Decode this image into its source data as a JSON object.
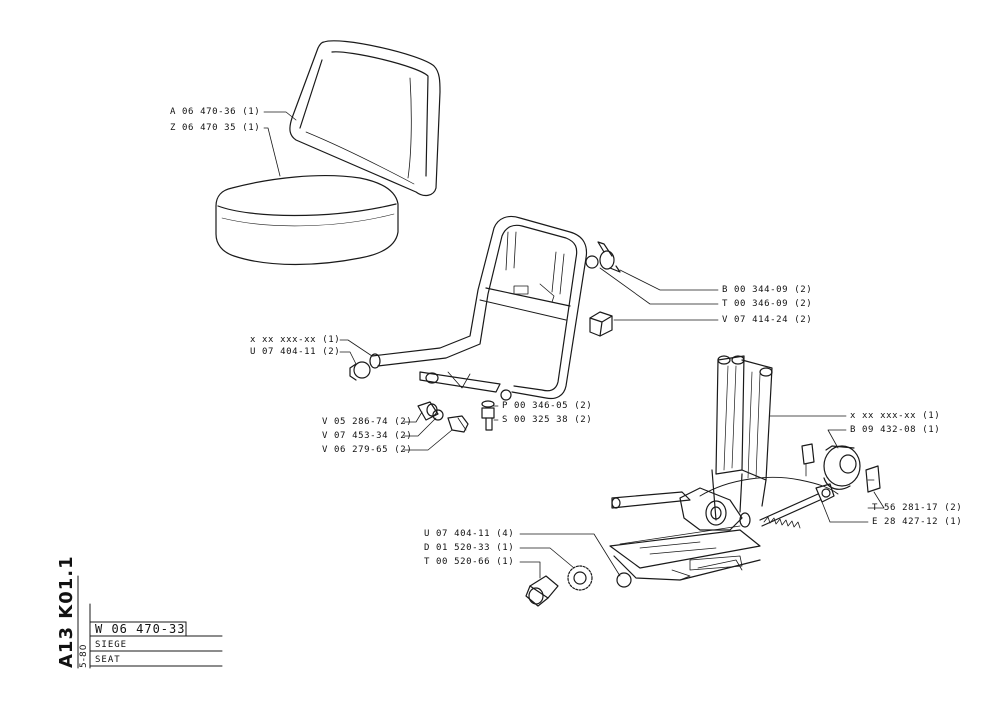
{
  "parts": [
    {
      "id": "A06470-36",
      "text": "A 06 470-36 (1)"
    },
    {
      "id": "Z06470-35",
      "text": "Z 06 470  35 (1)"
    },
    {
      "id": "xx-frame",
      "text": "x xx xxx-xx (1)"
    },
    {
      "id": "U07404-11-a",
      "text": "U 07 404-11 (2)"
    },
    {
      "id": "B00344-09",
      "text": "B 00 344-09 (2)"
    },
    {
      "id": "T00346-09",
      "text": "T 00 346-09 (2)"
    },
    {
      "id": "V07414-24",
      "text": "V 07 414-24 (2)"
    },
    {
      "id": "P00346-05",
      "text": "P 00 346-05 (2)"
    },
    {
      "id": "S00325-38",
      "text": "S 00 325  38 (2)"
    },
    {
      "id": "V05286-74",
      "text": "V 05 286-74 (2)"
    },
    {
      "id": "V07453-34",
      "text": "V 07 453-34 (2)"
    },
    {
      "id": "V06279-65",
      "text": "V 06 279-65 (2)"
    },
    {
      "id": "xx-suspension",
      "text": "x xx xxx-xx (1)"
    },
    {
      "id": "B09432-08",
      "text": "B 09 432-08 (1)"
    },
    {
      "id": "T56281-17",
      "text": "T 56 281-17 (2)"
    },
    {
      "id": "E28427-12",
      "text": "E 28 427-12 (1)"
    },
    {
      "id": "U07404-11-b",
      "text": "U 07 404-11 (4)"
    },
    {
      "id": "D01520-33",
      "text": "D 01 520-33 (1)"
    },
    {
      "id": "T00520-66",
      "text": "T 00 520-66 (1)"
    }
  ],
  "title_block": {
    "group_code": "A13 K01.1",
    "date_code": "5-80",
    "drawing_number": "W 06 470-33",
    "name_fr": "SIEGE",
    "name_en": "SEAT"
  }
}
